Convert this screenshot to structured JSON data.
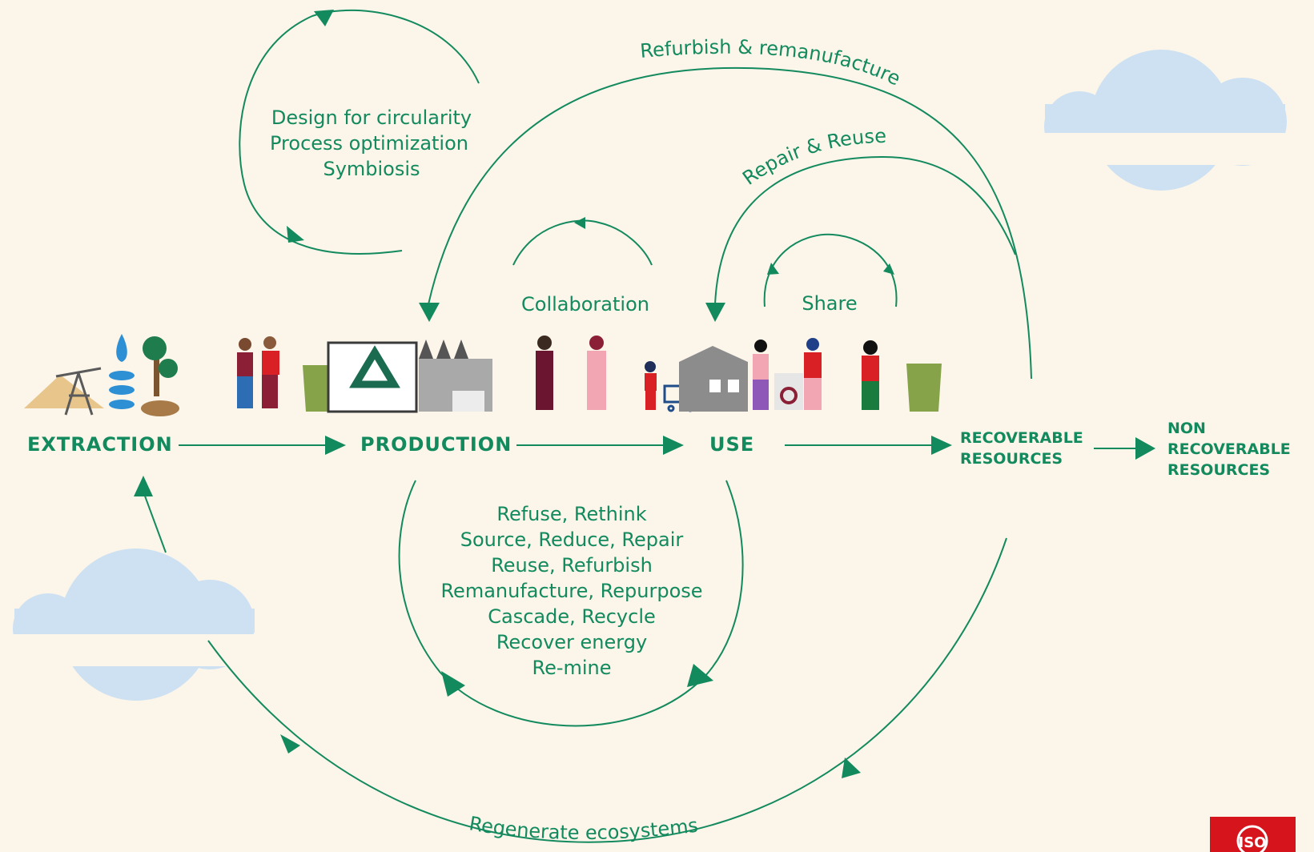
{
  "stages": {
    "extraction": "EXTRACTION",
    "production": "PRODUCTION",
    "use": "USE",
    "recoverable": [
      "RECOVERABLE",
      "RESOURCES"
    ],
    "non_recoverable": [
      "NON",
      "RECOVERABLE",
      "RESOURCES"
    ]
  },
  "loops": {
    "design": [
      "Design for circularity",
      "Process optimization",
      "Symbiosis"
    ],
    "refurbish": "Refurbish & remanufacture",
    "repair": "Repair & Reuse",
    "collaboration": "Collaboration",
    "share": "Share",
    "strategies": [
      "Refuse, Rethink",
      "Source, Reduce, Repair",
      "Reuse, Refurbish",
      "Remanufacture, Repurpose",
      "Cascade, Recycle",
      "Recover energy",
      "Re-mine"
    ],
    "regenerate": "Regenerate ecosystems"
  },
  "logo": "ISO",
  "colors": {
    "accent": "#138a5e",
    "background": "#fbf5ea",
    "cloud": "#cde1f2",
    "logo": "#d5141c"
  }
}
